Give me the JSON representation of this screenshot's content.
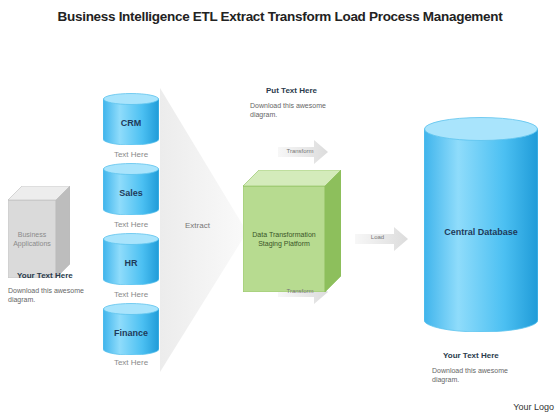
{
  "diagram": {
    "title": "Business Intelligence ETL Extract Transform Load Process Management",
    "nodes": [
      {
        "text": [
          "Business Applications"
        ]
      },
      {
        "text": [
          "CRM"
        ]
      },
      {
        "text": [
          "Sales"
        ]
      },
      {
        "text": [
          "HR"
        ]
      },
      {
        "text": [
          "Finance"
        ]
      },
      {
        "text": [
          "Data Transformation Staging Platform"
        ]
      },
      {
        "text": [
          "Central Database"
        ]
      }
    ],
    "edges": [
      {
        "from": 5,
        "to": 6,
        "label": "Load",
        "arrow": "to"
      }
    ],
    "labels": [
      "Text Here",
      "Text Here",
      "Text Here",
      "Text Here",
      "Your Text Here",
      "Download this awesome diagram.",
      "Extract",
      "Put Text Here",
      "Download this awesome diagram.",
      "Transform",
      "Transform",
      "Your Text Here",
      "Download this awesome diagram.",
      "Your Logo"
    ]
  }
}
